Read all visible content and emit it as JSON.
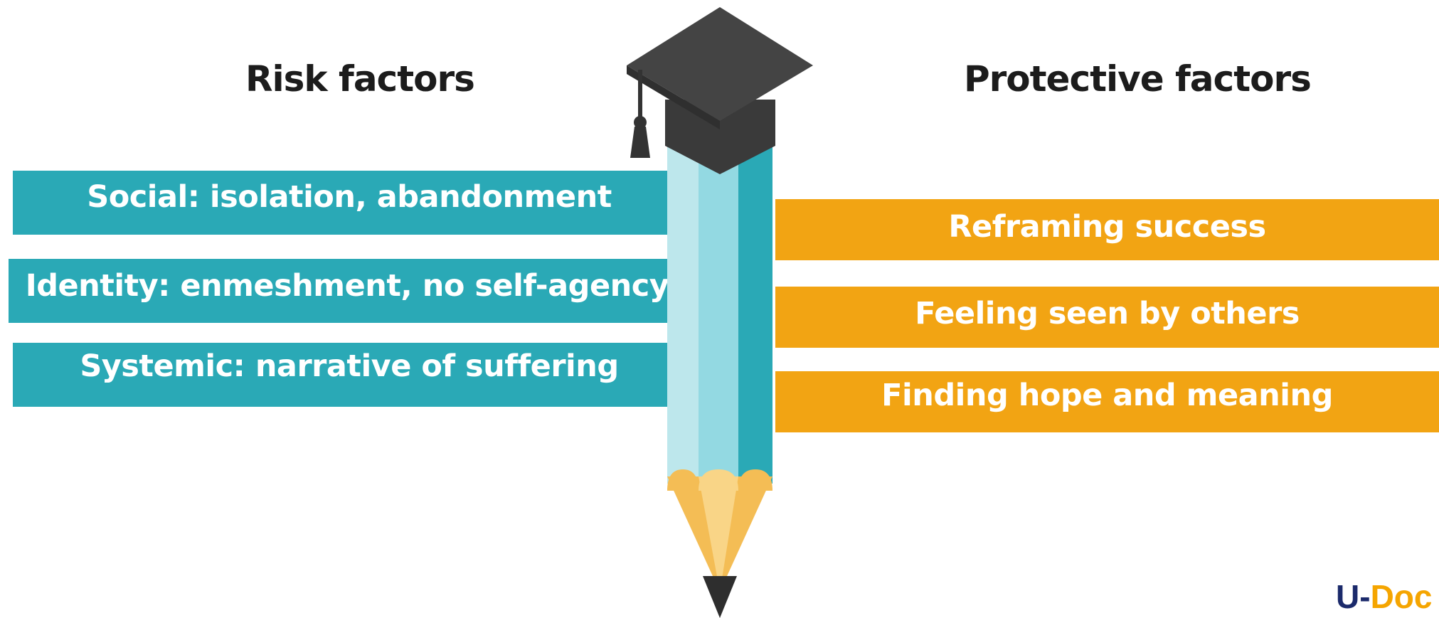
{
  "headings": {
    "risk": "Risk factors",
    "protective": "Protective factors"
  },
  "risk_factors": [
    "Social: isolation, abandonment",
    "Identity: enmeshment, no self-agency",
    "Systemic: narrative of suffering"
  ],
  "protective_factors": [
    "Reframing success",
    "Feeling seen by others",
    "Finding hope and meaning"
  ],
  "logo": {
    "part1": "U",
    "dash": "-",
    "part2": "Doc"
  },
  "colors": {
    "risk": "#2aa9b6",
    "protective": "#f2a413",
    "cap": "#3a3a3a"
  },
  "icons": [
    "graduation-cap-icon",
    "pencil-icon"
  ]
}
